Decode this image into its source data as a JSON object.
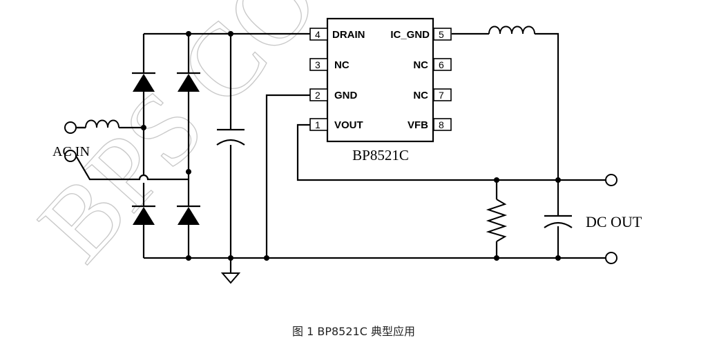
{
  "watermark": "BPS CO",
  "chip": {
    "name": "BP8521C",
    "pins_left": [
      {
        "num": "4",
        "name": "DRAIN"
      },
      {
        "num": "3",
        "name": "NC"
      },
      {
        "num": "2",
        "name": "GND"
      },
      {
        "num": "1",
        "name": "VOUT"
      }
    ],
    "pins_right": [
      {
        "num": "5",
        "name": "IC_GND"
      },
      {
        "num": "6",
        "name": "NC"
      },
      {
        "num": "7",
        "name": "NC"
      },
      {
        "num": "8",
        "name": "VFB"
      }
    ]
  },
  "labels": {
    "ac_in": "AC  IN",
    "dc_out": "DC OUT"
  },
  "caption": "图 1 BP8521C 典型应用"
}
